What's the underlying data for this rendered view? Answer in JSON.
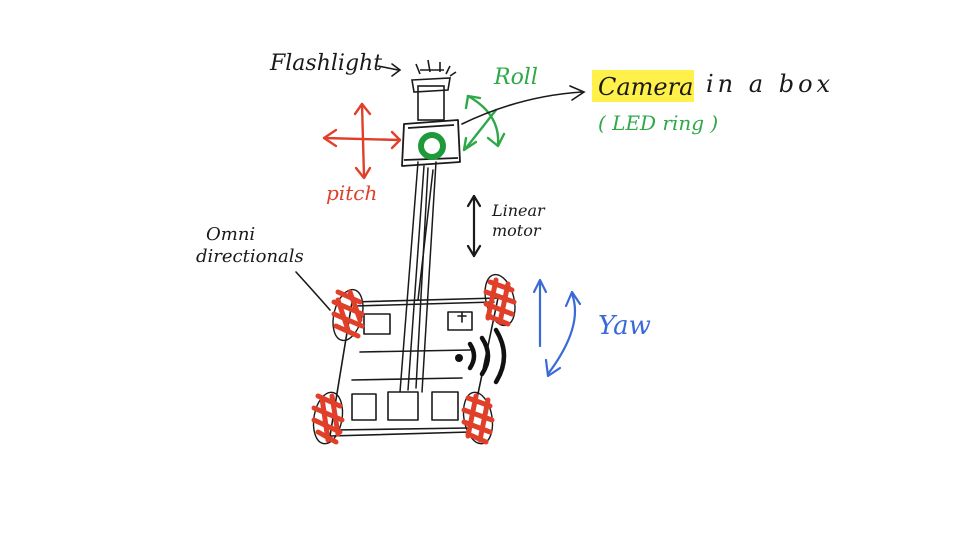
{
  "labels": {
    "flashlight": "Flashlight",
    "roll": "Roll",
    "camera": "Camera",
    "in_a_box": "in a box",
    "led_ring": "( LED ring )",
    "pitch": "pitch",
    "linear": "Linear",
    "motor": "motor",
    "omni_line1": "Omni",
    "omni_line2": "directionals",
    "yaw": "Yaw"
  },
  "colors": {
    "ink": "#1a1a1a",
    "pitch": "#e0402a",
    "roll": "#2fa84a",
    "yaw": "#3a6ad6",
    "wheel": "#e0402a",
    "highlight": "#fff04a",
    "led_ring": "#1e9a3a"
  },
  "icons": [
    "wifi-signal-icon",
    "led-ring-icon"
  ]
}
